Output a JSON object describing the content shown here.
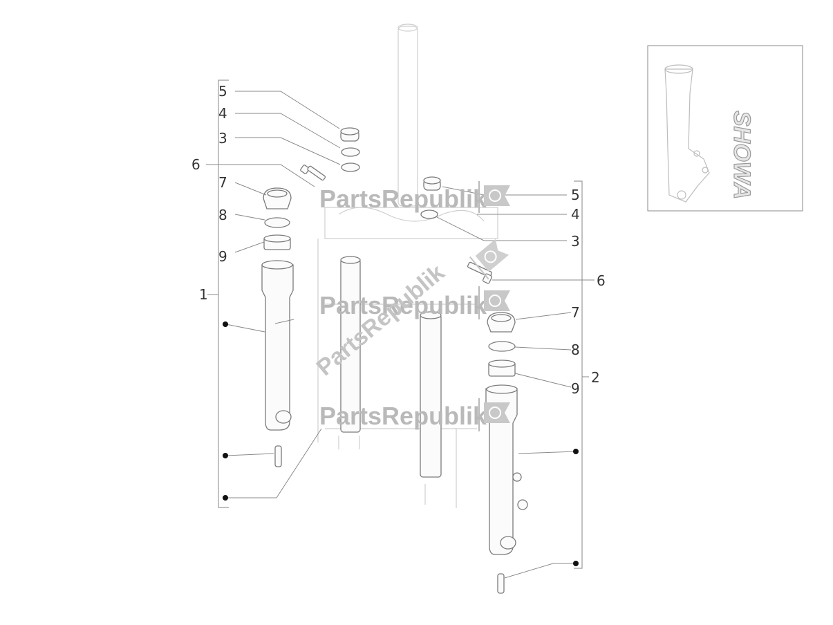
{
  "callouts": {
    "left_5": "5",
    "left_4": "4",
    "left_3": "3",
    "left_6": "6",
    "left_7": "7",
    "left_8": "8",
    "left_9": "9",
    "left_group": "1",
    "right_5": "5",
    "right_4": "4",
    "right_3": "3",
    "right_6": "6",
    "right_7": "7",
    "right_8": "8",
    "right_9": "9",
    "right_group": "2"
  },
  "watermark": {
    "text": "PartsRepublik",
    "icon": "gear-icon"
  },
  "inset": {
    "brand": "SHOWA"
  },
  "colors": {
    "line": "#7a7a7a",
    "watermark": "#b9b9b9",
    "dot": "#111111"
  }
}
